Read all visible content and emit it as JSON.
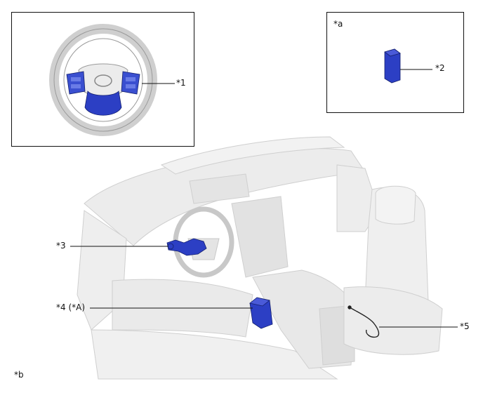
{
  "callouts": {
    "c1": "*1",
    "c2": "*2",
    "c3": "*3",
    "c4": "*4 (*A)",
    "c5": "*5"
  },
  "notes": {
    "a": "*a",
    "b": "*b"
  },
  "colors": {
    "component_blue": "#2c3fc4",
    "interior_gray": "#e6e6e6",
    "outline_gray": "#b9b9b9"
  }
}
